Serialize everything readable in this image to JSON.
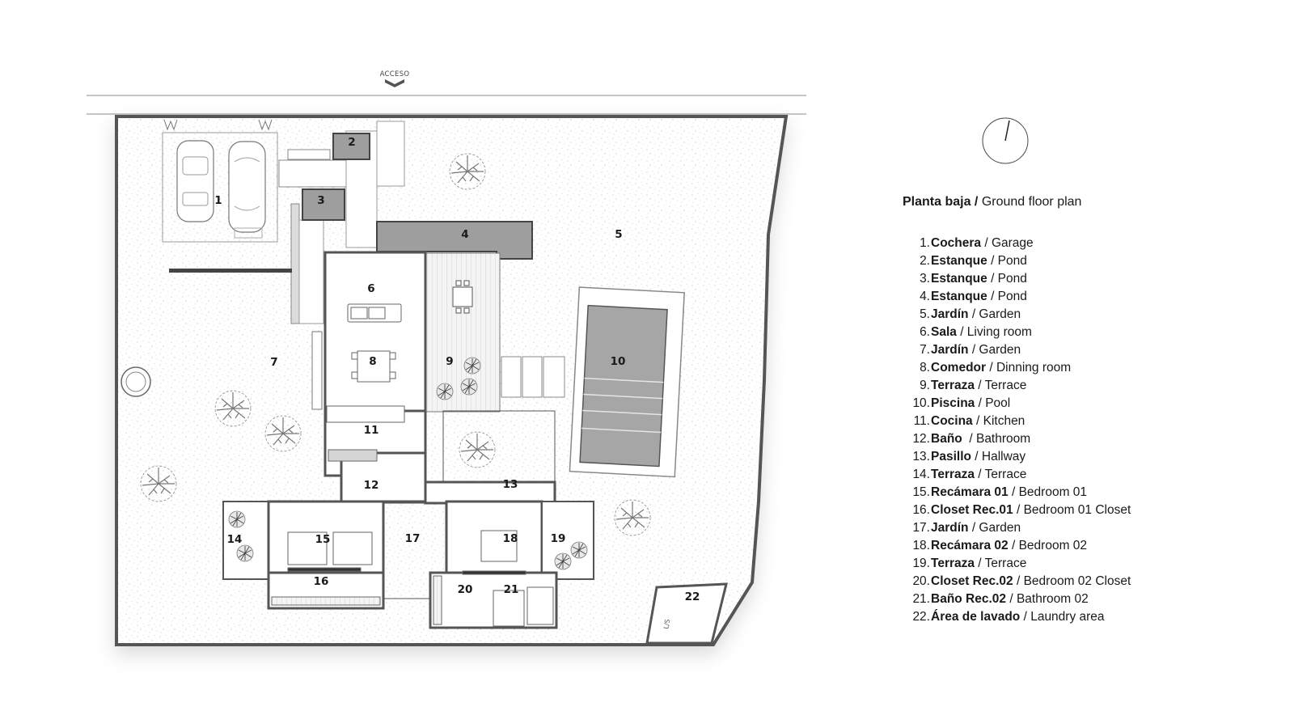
{
  "plan": {
    "access_label": "ACCESO",
    "rooms": [
      {
        "num": "1"
      },
      {
        "num": "2"
      },
      {
        "num": "3"
      },
      {
        "num": "4"
      },
      {
        "num": "5"
      },
      {
        "num": "6"
      },
      {
        "num": "7"
      },
      {
        "num": "8"
      },
      {
        "num": "9"
      },
      {
        "num": "10"
      },
      {
        "num": "11"
      },
      {
        "num": "12"
      },
      {
        "num": "13"
      },
      {
        "num": "14"
      },
      {
        "num": "15"
      },
      {
        "num": "16"
      },
      {
        "num": "17"
      },
      {
        "num": "18"
      },
      {
        "num": "19"
      },
      {
        "num": "20"
      },
      {
        "num": "21"
      },
      {
        "num": "22"
      }
    ],
    "laundry_mark": "L/S"
  },
  "legend": {
    "title_es": "Planta baja /",
    "title_en": " Ground floor plan",
    "items": [
      {
        "num": "1.",
        "es": "Cochera",
        "en": " / Garage"
      },
      {
        "num": "2.",
        "es": "Estanque",
        "en": " / Pond"
      },
      {
        "num": "3.",
        "es": "Estanque",
        "en": " / Pond"
      },
      {
        "num": "4.",
        "es": "Estanque",
        "en": " / Pond"
      },
      {
        "num": "5.",
        "es": "Jardín",
        "en": " / Garden"
      },
      {
        "num": "6.",
        "es": "Sala",
        "en": " / Living room"
      },
      {
        "num": "7.",
        "es": "Jardín",
        "en": " / Garden"
      },
      {
        "num": "8.",
        "es": "Comedor",
        "en": " / Dinning room"
      },
      {
        "num": "9.",
        "es": "Terraza",
        "en": " / Terrace"
      },
      {
        "num": "10.",
        "es": "Piscina",
        "en": " / Pool"
      },
      {
        "num": "11.",
        "es": "Cocina",
        "en": " / Kitchen"
      },
      {
        "num": "12.",
        "es": "Baño",
        "en": "  / Bathroom"
      },
      {
        "num": "13.",
        "es": "Pasillo",
        "en": " / Hallway"
      },
      {
        "num": "14.",
        "es": "Terraza",
        "en": " / Terrace"
      },
      {
        "num": "15.",
        "es": "Recámara 01",
        "en": " / Bedroom 01"
      },
      {
        "num": "16.",
        "es": "Closet Rec.01",
        "en": " / Bedroom 01 Closet"
      },
      {
        "num": "17.",
        "es": "Jardín",
        "en": " / Garden"
      },
      {
        "num": "18.",
        "es": "Recámara 02",
        "en": " / Bedroom 02"
      },
      {
        "num": "19.",
        "es": "Terraza",
        "en": " / Terrace"
      },
      {
        "num": "20.",
        "es": "Closet Rec.02",
        "en": " / Bedroom 02 Closet"
      },
      {
        "num": "21.",
        "es": "Baño Rec.02",
        "en": " / Bathroom 02"
      },
      {
        "num": "22.",
        "es": "Área de lavado",
        "en": " / Laundry area"
      }
    ]
  },
  "colors": {
    "wall": "#555555",
    "pond": "#9e9e9e",
    "pool": "#a6a6a6",
    "speckle": "#bdbdbd"
  }
}
